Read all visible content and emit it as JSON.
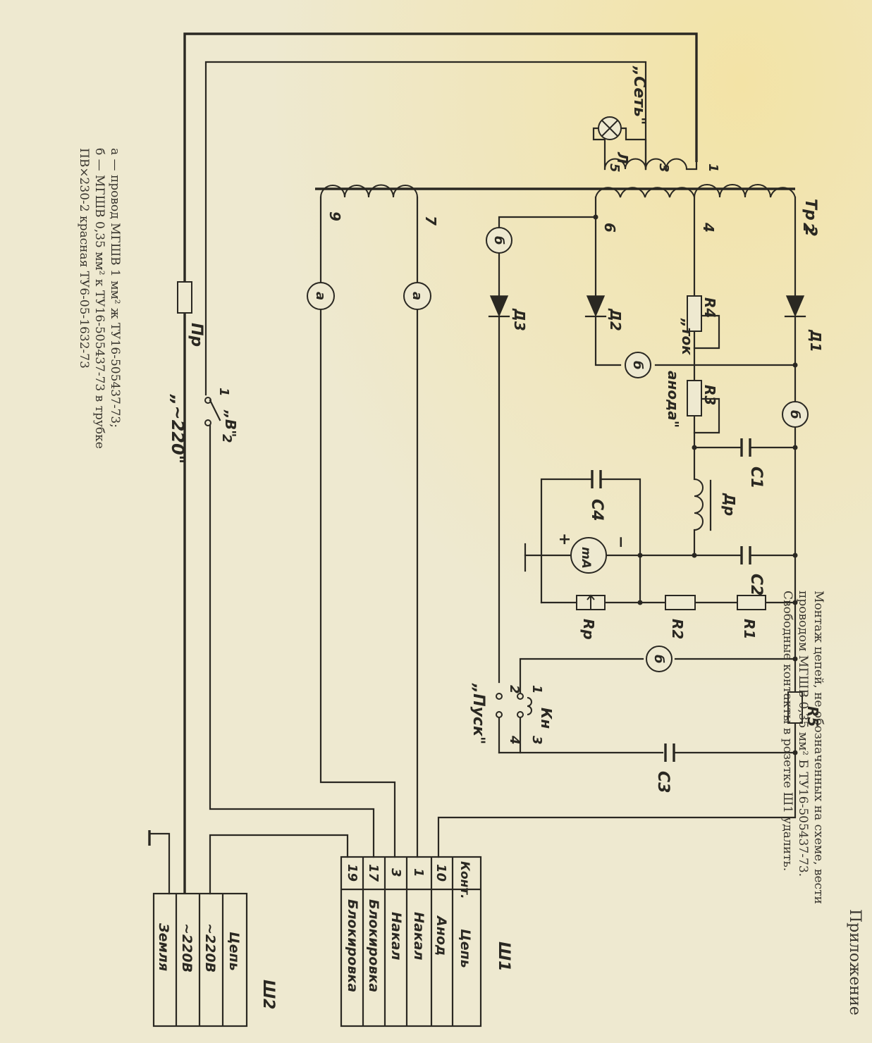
{
  "header": {
    "appendix_title": "Приложение"
  },
  "notes": {
    "right": [
      "Монтаж цепей, не обозначенных на схеме, вести",
      "проводом МГШВ 0,35 мм² Б ТУ16-505437-73.",
      "Свободные контакты в розетке Ш1 удалить."
    ],
    "left": [
      "а — провод МГШВ 1 мм² ж ТУ16-505437-73;",
      "б — МГШВ 0,35 мм² к ТУ16-505437-73 в трубке",
      "ПВ×230-2 красная ТУ6-05-1632-73"
    ]
  },
  "components": {
    "tr2": "Тр 2",
    "lamp": "Л",
    "lamp_caption": "„Сеть\"",
    "d1": "Д1",
    "d2": "Д2",
    "d3": "Д3",
    "r1": "R1",
    "r2": "R2",
    "r3": "R3",
    "r4": "R4",
    "r5": "R5",
    "rp": "Rр",
    "c1": "C1",
    "c2": "C2",
    "c3": "C3",
    "c4": "C4",
    "choke": "Др",
    "meter": "mA",
    "meter_plus": "+",
    "meter_minus": "−",
    "button": "Кн",
    "button_caption": "„Пуск\"",
    "anode_current_caption_1": "„ток",
    "anode_current_caption_2": "анода\"",
    "switch": "„В\"",
    "fuse": "Пр",
    "mains": "„~220\""
  },
  "pins": {
    "tr_1": "1",
    "tr_2": "2",
    "tr_3": "3",
    "tr_4": "4",
    "tr_5": "5",
    "tr_6": "6",
    "tr_7": "7",
    "tr_9": "9",
    "kn_1": "1",
    "kn_2": "2",
    "kn_3": "3",
    "kn_4": "4",
    "sw_1": "1",
    "sw_2": "2"
  },
  "wire_markers": {
    "a": "а",
    "b": "б"
  },
  "connector_sh1": {
    "title": "Ш1",
    "headers": [
      "Конт.",
      "Цепь"
    ],
    "rows": [
      [
        "10",
        "Анод"
      ],
      [
        "1",
        "Накал"
      ],
      [
        "3",
        "Накал"
      ],
      [
        "17",
        "Блокировка"
      ],
      [
        "19",
        "Блокировка"
      ]
    ]
  },
  "connector_sh2": {
    "title": "Ш2",
    "header": "Цепь",
    "rows": [
      "~220В",
      "~220В",
      "Земля"
    ]
  }
}
